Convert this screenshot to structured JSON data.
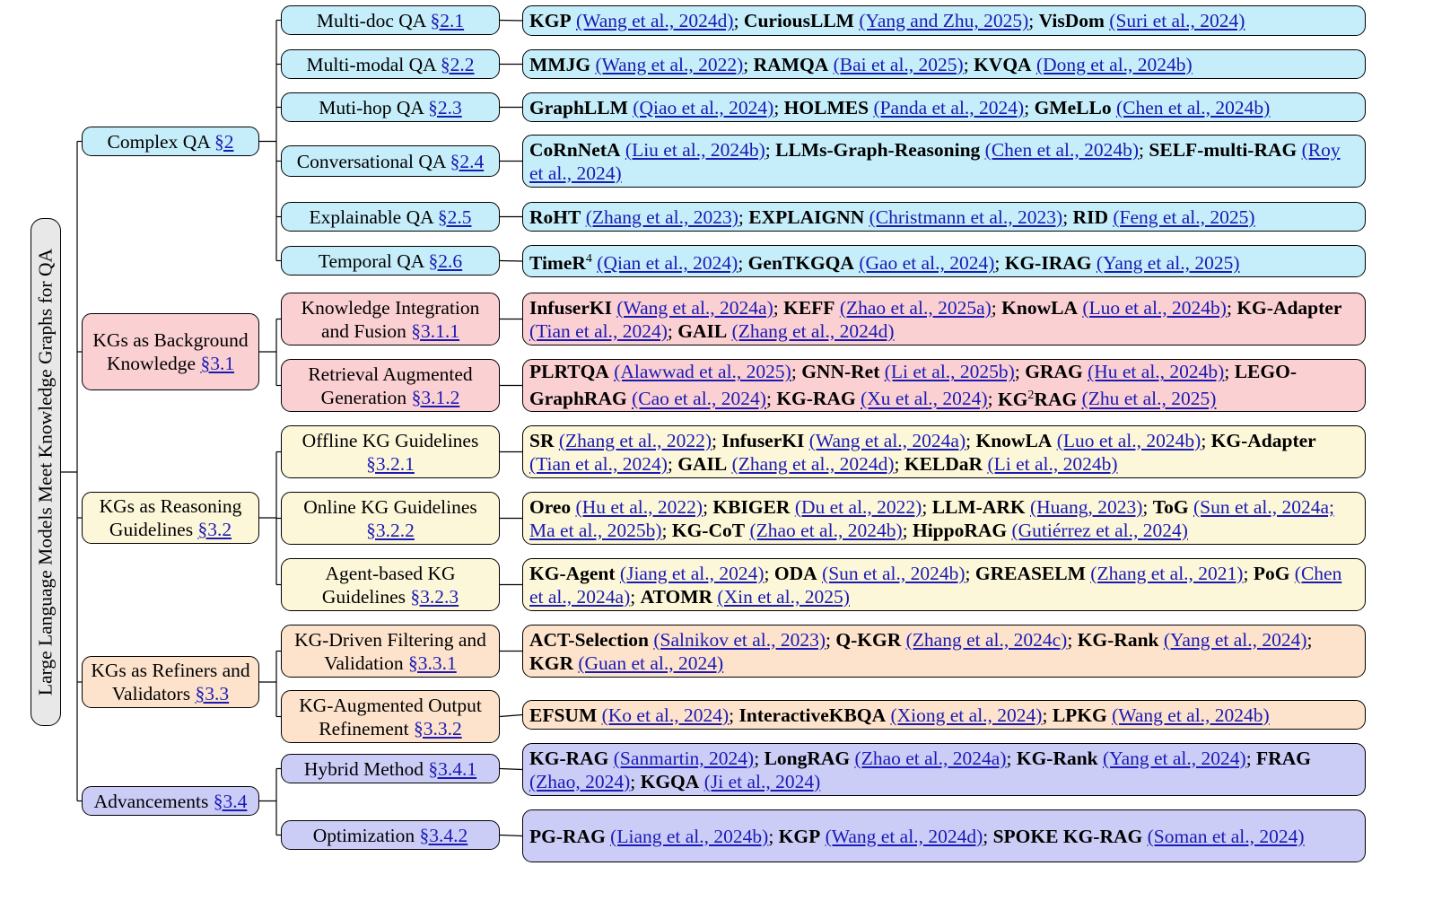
{
  "root": {
    "label": "Large Language Models Meet Knowledge Graphs for QA"
  },
  "branches": [
    {
      "label": "Complex QA",
      "ref": "§2",
      "color": "#c6eefa",
      "children": [
        {
          "label": "Multi-doc QA",
          "ref": "§2.1",
          "methods": [
            {
              "name": "KGP",
              "cite": "(Wang et al., 2024d)"
            },
            {
              "name": "CuriousLLM",
              "cite": "(Yang and Zhu, 2025)"
            },
            {
              "name": "VisDom",
              "cite": "(Suri et al., 2024)"
            }
          ]
        },
        {
          "label": "Multi-modal QA",
          "ref": "§2.2",
          "methods": [
            {
              "name": "MMJG",
              "cite": "(Wang et al., 2022)"
            },
            {
              "name": "RAMQA",
              "cite": "(Bai et al., 2025)"
            },
            {
              "name": "KVQA",
              "cite": "(Dong et al., 2024b)"
            }
          ]
        },
        {
          "label": "Muti-hop QA",
          "ref": "§2.3",
          "methods": [
            {
              "name": "GraphLLM",
              "cite": "(Qiao et al., 2024)"
            },
            {
              "name": "HOLMES",
              "cite": "(Panda et al., 2024)"
            },
            {
              "name": "GMeLLo",
              "cite": "(Chen et al., 2024b)"
            }
          ]
        },
        {
          "label": "Conversational QA",
          "ref": "§2.4",
          "methods": [
            {
              "name": "CoRnNetA",
              "cite": "(Liu et al., 2024b)"
            },
            {
              "name": "LLMs-Graph-Reasoning",
              "cite": "(Chen et al., 2024b)"
            },
            {
              "name": "SELF-multi-RAG",
              "cite": "(Roy et al., 2024)"
            }
          ]
        },
        {
          "label": "Explainable QA",
          "ref": "§2.5",
          "methods": [
            {
              "name": "RoHT",
              "cite": "(Zhang et al., 2023)"
            },
            {
              "name": "EXPLAIGNN",
              "cite": "(Christmann et al., 2023)"
            },
            {
              "name": "RID",
              "cite": "(Feng et al., 2025)"
            }
          ]
        },
        {
          "label": "Temporal QA",
          "ref": "§2.6",
          "methods": [
            {
              "name": "TimeR",
              "sup": "4",
              "cite": "(Qian et al., 2024)"
            },
            {
              "name": "GenTKGQA",
              "cite": "(Gao et al., 2024)"
            },
            {
              "name": "KG-IRAG",
              "cite": "(Yang et al., 2025)"
            }
          ]
        }
      ]
    },
    {
      "label": "KGs as Background Knowledge",
      "ref": "§3.1",
      "color": "#fbd0d3",
      "children": [
        {
          "label": "Knowledge Integration and Fusion",
          "ref": "§3.1.1",
          "methods": [
            {
              "name": "InfuserKI",
              "cite": "(Wang et al., 2024a)"
            },
            {
              "name": "KEFF",
              "cite": "(Zhao et al., 2025a)"
            },
            {
              "name": "KnowLA",
              "cite": "(Luo et al., 2024b)"
            },
            {
              "name": "KG-Adapter",
              "cite": "(Tian et al., 2024)"
            },
            {
              "name": "GAIL",
              "cite": "(Zhang et al., 2024d)"
            }
          ]
        },
        {
          "label": "Retrieval Augmented Generation",
          "ref": "§3.1.2",
          "methods": [
            {
              "name": "PLRTQA",
              "cite": "(Alawwad et al., 2025)"
            },
            {
              "name": "GNN-Ret",
              "cite": "(Li et al., 2025b)"
            },
            {
              "name": "GRAG",
              "cite": "(Hu et al., 2024b)"
            },
            {
              "name": "LEGO-GraphRAG",
              "cite": "(Cao et al., 2024)"
            },
            {
              "name": "KG-RAG",
              "cite": "(Xu et al., 2024)"
            },
            {
              "name": "KG",
              "sup": "2",
              "name_after": "RAG",
              "cite": "(Zhu et al., 2025)"
            }
          ]
        }
      ]
    },
    {
      "label": "KGs as Reasoning Guidelines",
      "ref": "§3.2",
      "color": "#fdf7d9",
      "children": [
        {
          "label": "Offline KG Guidelines",
          "ref": "§3.2.1",
          "methods": [
            {
              "name": "SR",
              "cite": "(Zhang et al., 2022)"
            },
            {
              "name": "InfuserKI",
              "cite": "(Wang et al., 2024a)"
            },
            {
              "name": "KnowLA",
              "cite": "(Luo et al., 2024b)"
            },
            {
              "name": "KG-Adapter",
              "cite": "(Tian et al., 2024)"
            },
            {
              "name": "GAIL",
              "cite": "(Zhang et al., 2024d)"
            },
            {
              "name": "KELDaR",
              "cite": "(Li et al., 2024b)"
            }
          ]
        },
        {
          "label": "Online KG Guidelines",
          "ref": "§3.2.2",
          "methods": [
            {
              "name": "Oreo",
              "cite": "(Hu et al., 2022)"
            },
            {
              "name": "KBIGER",
              "cite": "(Du et al., 2022)"
            },
            {
              "name": "LLM-ARK",
              "cite": "(Huang, 2023)"
            },
            {
              "name": "ToG",
              "cite": "(Sun et al., 2024a; Ma et al., 2025b)"
            },
            {
              "name": "KG-CoT",
              "cite": "(Zhao et al., 2024b)"
            },
            {
              "name": "HippoRAG",
              "cite": "(Gutiérrez et al., 2024)"
            }
          ]
        },
        {
          "label": "Agent-based KG Guidelines",
          "ref": "§3.2.3",
          "methods": [
            {
              "name": "KG-Agent",
              "cite": "(Jiang et al., 2024)"
            },
            {
              "name": "ODA",
              "cite": "(Sun et al., 2024b)"
            },
            {
              "name": "GREASELM",
              "cite": "(Zhang et al., 2021)"
            },
            {
              "name": "PoG",
              "cite": "(Chen et al., 2024a)"
            },
            {
              "name": "ATOMR",
              "cite": "(Xin et al., 2025)"
            }
          ]
        }
      ]
    },
    {
      "label": "KGs as Refiners and Validators",
      "ref": "§3.3",
      "color": "#fde3cc",
      "children": [
        {
          "label": "KG-Driven Filtering and Validation",
          "ref": "§3.3.1",
          "methods": [
            {
              "name": "ACT-Selection",
              "cite": "(Salnikov et al., 2023)"
            },
            {
              "name": "Q-KGR",
              "cite": "(Zhang et al., 2024c)"
            },
            {
              "name": "KG-Rank",
              "cite": "(Yang et al., 2024)"
            },
            {
              "name": "KGR",
              "cite": "(Guan et al., 2024)"
            }
          ]
        },
        {
          "label": "KG-Augmented Output Refinement",
          "ref": "§3.3.2",
          "methods": [
            {
              "name": "EFSUM",
              "cite": "(Ko et al., 2024)"
            },
            {
              "name": "InteractiveKBQA",
              "cite": "(Xiong et al., 2024)"
            },
            {
              "name": "LPKG",
              "cite": "(Wang et al., 2024b)"
            }
          ]
        }
      ]
    },
    {
      "label": "Advancements",
      "ref": "§3.4",
      "color": "#cbcdf7",
      "children": [
        {
          "label": "Hybrid Method",
          "ref": "§3.4.1",
          "methods": [
            {
              "name": "KG-RAG",
              "cite": "(Sanmartin, 2024)"
            },
            {
              "name": "LongRAG",
              "cite": "(Zhao et al., 2024a)"
            },
            {
              "name": "KG-Rank",
              "cite": "(Yang et al., 2024)"
            },
            {
              "name": "FRAG",
              "cite": "(Zhao, 2024)"
            },
            {
              "name": "KGQA",
              "cite": "(Ji et al., 2024)"
            }
          ]
        },
        {
          "label": "Optimization",
          "ref": "§3.4.2",
          "methods": [
            {
              "name": "PG-RAG",
              "cite": "(Liang et al., 2024b)"
            },
            {
              "name": "KGP",
              "cite": "(Wang et al., 2024d)"
            },
            {
              "name": "SPOKE KG-RAG",
              "cite": "(Soman et al., 2024)"
            }
          ]
        }
      ]
    }
  ]
}
